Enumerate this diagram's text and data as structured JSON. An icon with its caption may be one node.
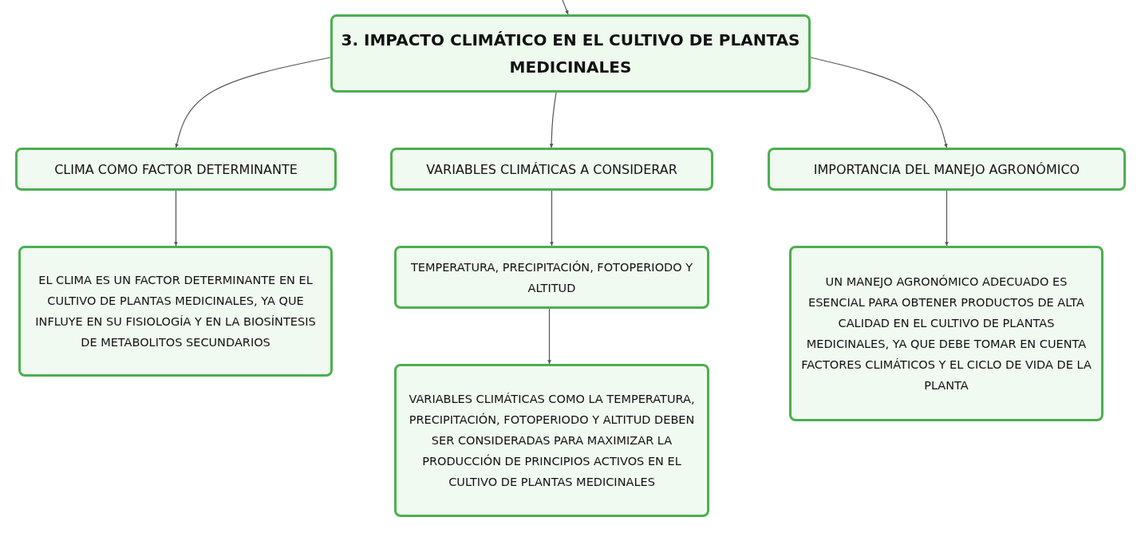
{
  "diagram": {
    "nodes": [
      {
        "text": [
          "3. IMPACTO CLIMÁTICO EN EL CULTIVO DE PLANTAS MEDICINALES"
        ]
      },
      {
        "text": [
          "CLIMA COMO FACTOR DETERMINANTE"
        ]
      },
      {
        "text": [
          "VARIABLES CLIMÁTICAS A CONSIDERAR"
        ]
      },
      {
        "text": [
          "IMPORTANCIA DEL MANEJO AGRONÓMICO"
        ]
      },
      {
        "text": [
          "EL CLIMA ES UN FACTOR DETERMINANTE EN EL CULTIVO DE PLANTAS MEDICINALES, YA QUE INFLUYE EN SU FISIOLOGÍA Y EN LA BIOSÍNTESIS DE METABOLITOS SECUNDARIOS"
        ]
      },
      {
        "text": [
          "TEMPERATURA, PRECIPITACIÓN, FOTOPERIODO Y ALTITUD"
        ]
      },
      {
        "text": [
          "VARIABLES CLIMÁTICAS COMO LA TEMPERATURA, PRECIPITACIÓN, FOTOPERIODO Y ALTITUD DEBEN SER CONSIDERADAS PARA MAXIMIZAR LA PRODUCCIÓN DE PRINCIPIOS ACTIVOS EN EL CULTIVO DE PLANTAS MEDICINALES"
        ]
      },
      {
        "text": [
          "UN MANEJO AGRONÓMICO ADECUADO ES ESENCIAL PARA OBTENER PRODUCTOS DE ALTA CALIDAD EN EL CULTIVO DE PLANTAS MEDICINALES, YA QUE DEBE TOMAR EN CUENTA FACTORES CLIMÁTICOS Y EL CICLO DE VIDA DE LA PLANTA"
        ]
      }
    ],
    "edges": [
      {
        "from": null,
        "to": 0,
        "arrow": "to"
      },
      {
        "from": 0,
        "to": 1,
        "arrow": "to"
      },
      {
        "from": 0,
        "to": 2,
        "arrow": "to"
      },
      {
        "from": 0,
        "to": 3,
        "arrow": "to"
      },
      {
        "from": 1,
        "to": 4,
        "arrow": "to"
      },
      {
        "from": 2,
        "to": 5,
        "arrow": "to"
      },
      {
        "from": 5,
        "to": 6,
        "arrow": "to"
      },
      {
        "from": 3,
        "to": 7,
        "arrow": "to"
      }
    ]
  }
}
